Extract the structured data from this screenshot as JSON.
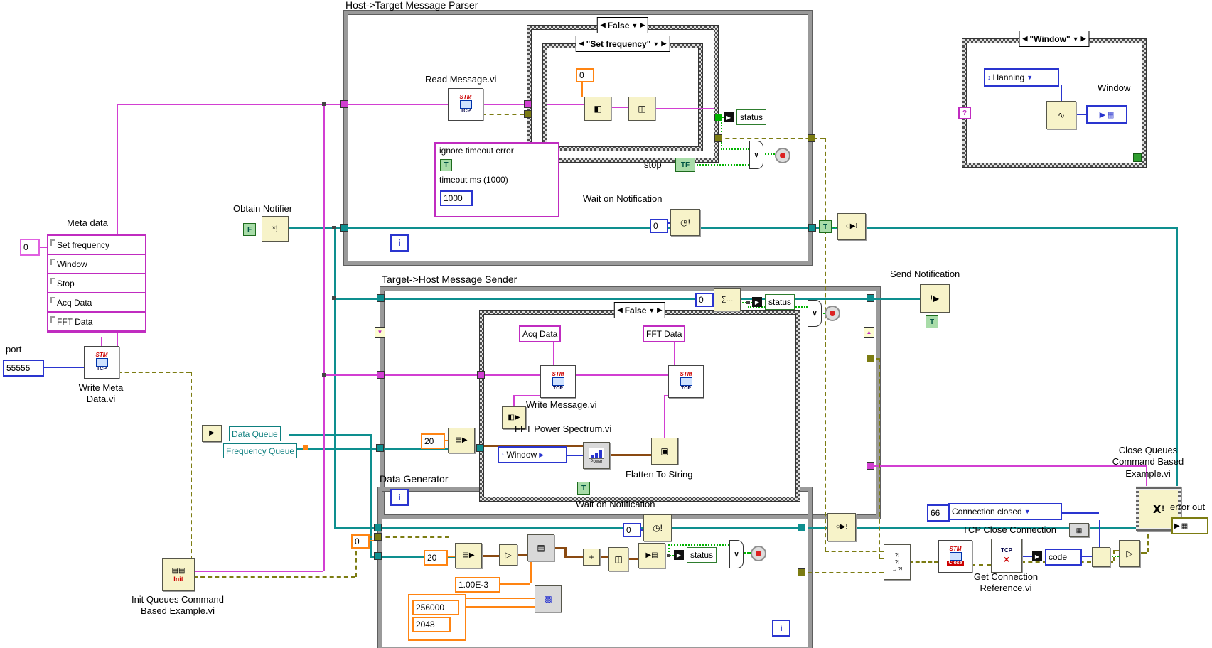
{
  "titles": {
    "parser": "Host->Target Message Parser",
    "sender": "Target->Host Message Sender",
    "generator": "Data Generator"
  },
  "selectors": {
    "parser_case": "False",
    "parser_subcase": "\"Set frequency\"",
    "sender_case": "False",
    "window_case": "\"Window\""
  },
  "nodes": {
    "read_message": "Read Message.vi",
    "write_message": "Write Message.vi",
    "fft_power": "FFT Power Spectrum.vi",
    "flatten": "Flatten To String",
    "obtain_notifier": "Obtain Notifier",
    "wait_notification": "Wait on Notification",
    "send_notification": "Send Notification",
    "write_meta_1": "Write Meta",
    "write_meta_2": "Data.vi",
    "init_queues_1": "Init Queues Command",
    "init_queues_2": "Based Example.vi",
    "close_queues_1": "Close Queues",
    "close_queues_2": "Command Based",
    "close_queues_3": "Example.vi",
    "tcp_close": "TCP Close Connection",
    "get_conn_1": "Get Connection",
    "get_conn_2": "Reference.vi"
  },
  "labels": {
    "meta_data": "Meta data",
    "port": "port",
    "status": "status",
    "stop": "stop",
    "code": "code",
    "error_out": "error out",
    "window": "Window",
    "data_queue": "Data Queue",
    "frequency_queue": "Frequency Queue",
    "ignore_timeout": "ignore timeout error",
    "timeout_ms": "timeout ms (1000)"
  },
  "values": {
    "port": "55555",
    "timeout": "1000",
    "zero": "0",
    "twenty": "20",
    "error_code": "66",
    "rate": "256000",
    "samples": "2048",
    "dt": "1.00E-3",
    "connection_closed": "Connection closed",
    "hanning": "Hanning",
    "window_enum": "Window"
  },
  "meta_items": [
    "Set frequency",
    "Window",
    "Stop",
    "Acq Data",
    "FFT Data"
  ],
  "constants": {
    "t": "T",
    "f": "F",
    "tf": "TF",
    "i": "i",
    "acq_data": "Acq Data",
    "fft_data": "FFT Data"
  },
  "glyphs": {
    "stm": "STM",
    "tcp": "TCP",
    "close": "Close",
    "init": "Init",
    "power": "Power",
    "left": "◀",
    "right": "▶",
    "dd": "▼",
    "up": "▲",
    "down": "▼",
    "updown": "↕",
    "uparrow": "↑",
    "qmark": "?",
    "excl": "!",
    "obtain": "*!",
    "wait": "◷!",
    "release": "○▶!",
    "send": "!▶",
    "sum": "∑…",
    "dequeue": "▤▶",
    "enqueue": "▶▤",
    "queues": "▤▤",
    "variant": "◧",
    "scan": "◫",
    "flatten": "▣",
    "typecast": "◧▶",
    "file": "▤",
    "chart": "▩",
    "grid": "▦",
    "gt": "▷",
    "plus": "+",
    "eq": "=",
    "tri": "▷",
    "or": "∨",
    "merge_row": "?!",
    "merge_out": "→?!",
    "times": "×",
    "x": "x",
    "sine": "∿"
  }
}
